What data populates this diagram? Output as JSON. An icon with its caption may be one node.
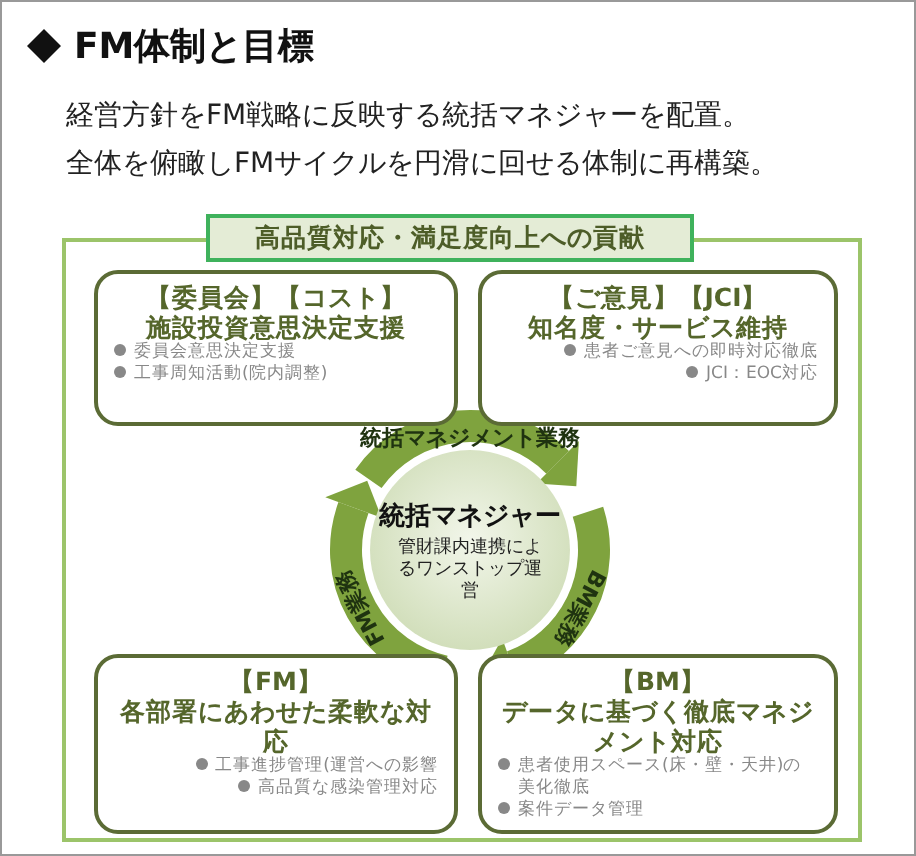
{
  "diagram": {
    "title": "FM体制と目標",
    "nodes": [
      {
        "text": [
          "高品質対応・満足度向上への貢献"
        ]
      },
      {
        "text": [
          "【委員会】【コスト】",
          "施設投資意思決定支援",
          "委員会意思決定支援",
          "工事周知活動(院内調整)"
        ],
        "in": 0
      },
      {
        "text": [
          "【ご意見】【JCI】",
          "知名度・サービス維持",
          "患者ご意見への即時対応徹底",
          "JCI：EOC対応"
        ],
        "in": 0
      },
      {
        "text": [
          "統括マネジャー",
          "管財課内連携によるワンストップ運営"
        ],
        "in": 0
      },
      {
        "text": [
          "【FM】",
          "各部署にあわせた柔軟な対応",
          "工事進捗管理(運営への影響",
          "高品質な感染管理対応"
        ],
        "in": 0
      },
      {
        "text": [
          "【BM】",
          "データに基づく徹底マネジメント対応",
          "患者使用スペース(床・壁・天井)の美化徹底",
          "案件データ管理"
        ],
        "in": 0
      }
    ],
    "labels": [
      "経営方針をFM戦略に反映する統括マネジャーを配置。",
      "全体を俯瞰しFMサイクルを円滑に回せる体制に再構築。",
      "統括マネジメント業務",
      "BM業務",
      "FM業務"
    ]
  }
}
